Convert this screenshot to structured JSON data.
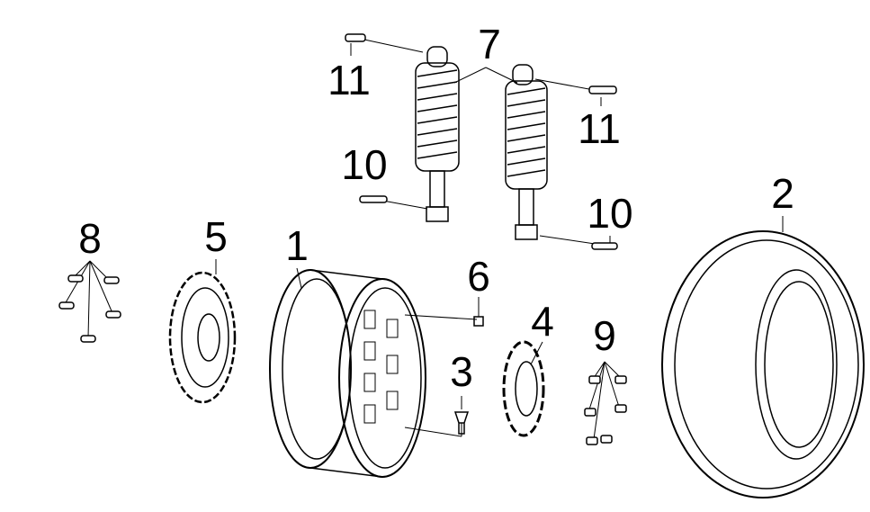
{
  "diagram": {
    "callouts": [
      {
        "id": "bolt-top-left",
        "label": "11"
      },
      {
        "id": "shock-absorbers",
        "label": "7"
      },
      {
        "id": "bolt-top-right",
        "label": "11"
      },
      {
        "id": "pin-left",
        "label": "10"
      },
      {
        "id": "pin-right",
        "label": "10"
      },
      {
        "id": "tire",
        "label": "2"
      },
      {
        "id": "disc-bolts",
        "label": "8"
      },
      {
        "id": "brake-disc",
        "label": "5"
      },
      {
        "id": "rim",
        "label": "1"
      },
      {
        "id": "valve-cap",
        "label": "6"
      },
      {
        "id": "hub-plate",
        "label": "4"
      },
      {
        "id": "hub-bolts",
        "label": "9"
      },
      {
        "id": "valve",
        "label": "3"
      }
    ]
  }
}
